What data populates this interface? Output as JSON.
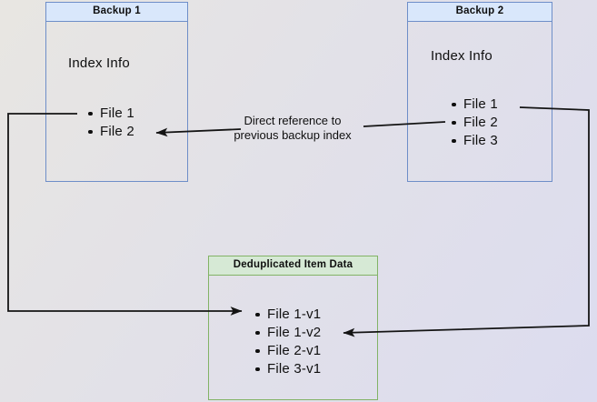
{
  "palette": {
    "bg-start": "#e8e6e2",
    "bg-end": "#dcdcef",
    "blue-border": "#6e8ec8",
    "blue-header": "#d9e7fb",
    "green-border": "#82b366",
    "green-header": "#d6e9d5",
    "arrow": "#141414",
    "text": "#0f0f0f"
  },
  "boxes": {
    "backup1": {
      "title": "Backup 1",
      "section_label": "Index Info",
      "files": [
        "File 1",
        "File 2"
      ]
    },
    "backup2": {
      "title": "Backup 2",
      "section_label": "Index Info",
      "files": [
        "File 1",
        "File 2",
        "File 3"
      ]
    },
    "dedup": {
      "title": "Deduplicated Item Data",
      "files": [
        "File 1-v1",
        "File 1-v2",
        "File 2-v1",
        "File 3-v1"
      ]
    }
  },
  "annotation": {
    "line1": "Direct reference to",
    "line2": "previous backup index"
  }
}
